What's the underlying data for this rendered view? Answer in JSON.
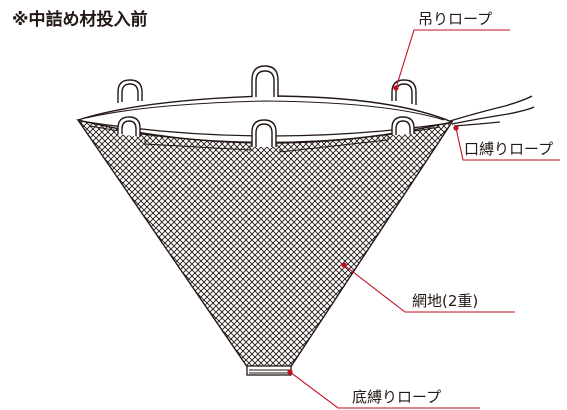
{
  "diagram": {
    "title": "※中詰め材投入前",
    "callouts": {
      "hanging_rope": "吊りロープ",
      "mouth_tie_rope": "口縛りロープ",
      "net_fabric": "網地(2重)",
      "bottom_tie_rope": "底縛りロープ"
    }
  },
  "colors": {
    "line": "#231815",
    "leader": "#c30d23",
    "background": "#ffffff"
  }
}
